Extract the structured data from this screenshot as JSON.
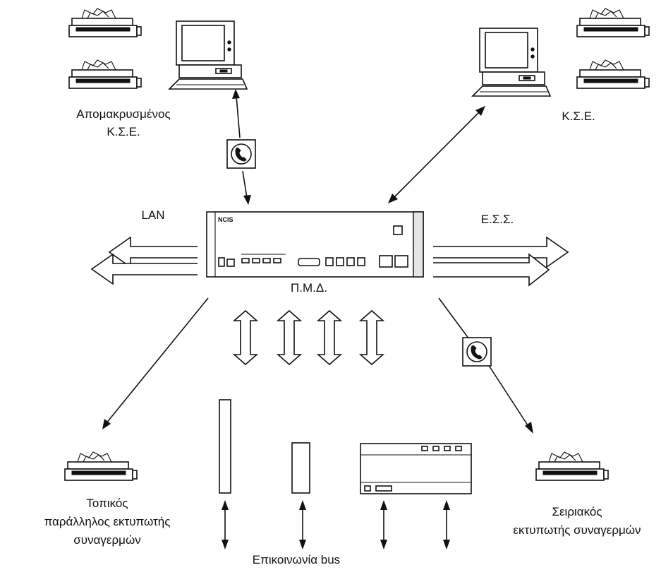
{
  "labels": {
    "remote_station": [
      "Απομακρυσμένος",
      "Κ.Σ.Ε."
    ],
    "local_station": "Κ.Σ.Ε.",
    "lan": "LAN",
    "ess": "Ε.Σ.Σ.",
    "central_unit": "Π.Μ.Δ.",
    "central_unit_brand": "NCIS",
    "local_printer": [
      "Τοπικός",
      "παράλληλος εκτυπωτής",
      "συναγερμών"
    ],
    "serial_printer": [
      "Σειριακός",
      "εκτυπωτής συναγερμών"
    ],
    "bus": "Επικοινωνία bus"
  },
  "icons": {
    "computer": "computer-icon",
    "printer": "printer-icon",
    "modem": "telephone-modem-icon",
    "controller": "controller-module-icon"
  }
}
